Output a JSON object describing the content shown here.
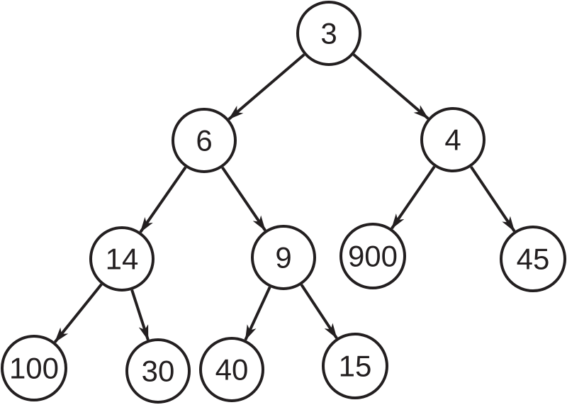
{
  "diagram": {
    "type": "binary-tree",
    "description": "Binary tree diagram with arrows from parent to child nodes",
    "colors": {
      "stroke": "#231f20",
      "node_fill": "#ffffff",
      "text": "#231f20",
      "background": "#ffffff"
    },
    "nodes": [
      {
        "id": "3",
        "value": "3"
      },
      {
        "id": "6",
        "value": "6"
      },
      {
        "id": "4",
        "value": "4"
      },
      {
        "id": "14",
        "value": "14"
      },
      {
        "id": "9",
        "value": "9"
      },
      {
        "id": "900",
        "value": "900"
      },
      {
        "id": "45",
        "value": "45"
      },
      {
        "id": "100",
        "value": "100"
      },
      {
        "id": "30",
        "value": "30"
      },
      {
        "id": "40",
        "value": "40"
      },
      {
        "id": "15",
        "value": "15"
      }
    ],
    "edges": [
      {
        "from": "3",
        "to": "6"
      },
      {
        "from": "3",
        "to": "4"
      },
      {
        "from": "6",
        "to": "14"
      },
      {
        "from": "6",
        "to": "9"
      },
      {
        "from": "4",
        "to": "900"
      },
      {
        "from": "4",
        "to": "45"
      },
      {
        "from": "14",
        "to": "100"
      },
      {
        "from": "14",
        "to": "30"
      },
      {
        "from": "9",
        "to": "40"
      },
      {
        "from": "9",
        "to": "15"
      }
    ]
  }
}
